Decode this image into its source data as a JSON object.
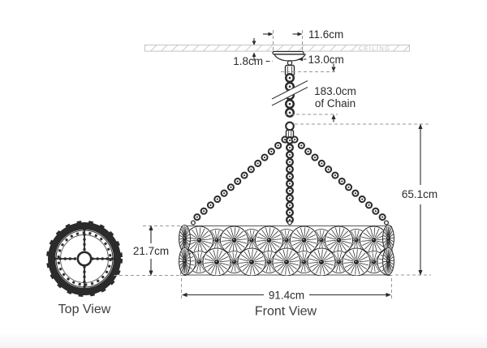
{
  "ceiling": {
    "label": "CEILING"
  },
  "views": {
    "top_label": "Top View",
    "front_label": "Front View"
  },
  "dimensions": {
    "canopy_width": "11.6cm",
    "canopy_plate_height": "1.8cm",
    "canopy_height": "13.0cm",
    "chain_length_line1": "183.0cm",
    "chain_length_line2": "of Chain",
    "hanging_height": "65.1cm",
    "shade_height": "21.7cm",
    "shade_width": "91.4cm"
  },
  "colors": {
    "ink": "#2b2b2b",
    "dash": "#979797",
    "hatch": "#cccccc",
    "ceiling_text": "#c5c5c5",
    "view_label": "#3d3d3d",
    "background": "#ffffff"
  }
}
